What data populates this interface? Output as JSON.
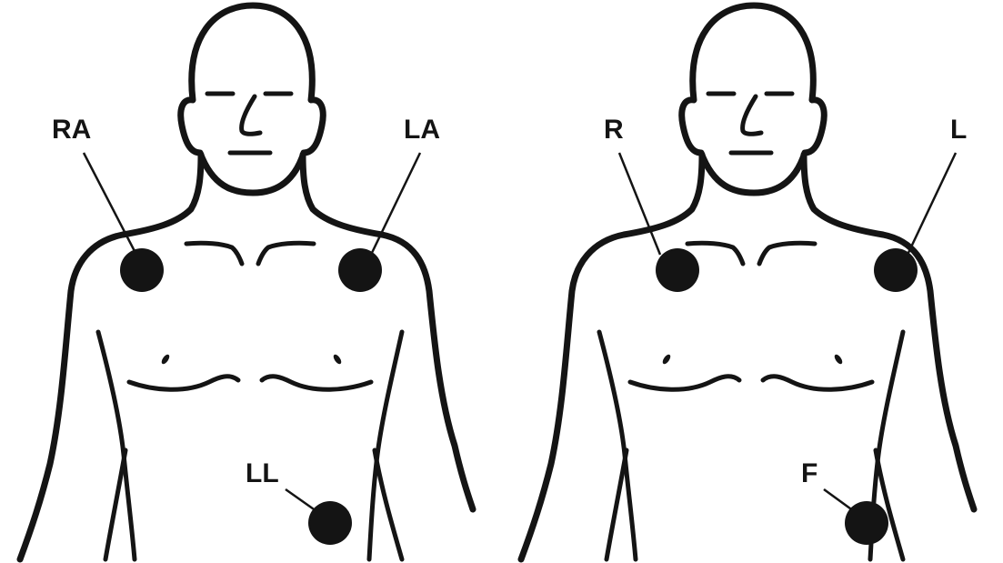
{
  "colors": {
    "line": "#141414",
    "background": "#ffffff"
  },
  "figures": [
    {
      "labels": {
        "right_arm": "RA",
        "left_arm": "LA",
        "left_leg": "LL"
      }
    },
    {
      "labels": {
        "right_arm": "R",
        "left_arm": "L",
        "left_leg": "F"
      }
    }
  ]
}
